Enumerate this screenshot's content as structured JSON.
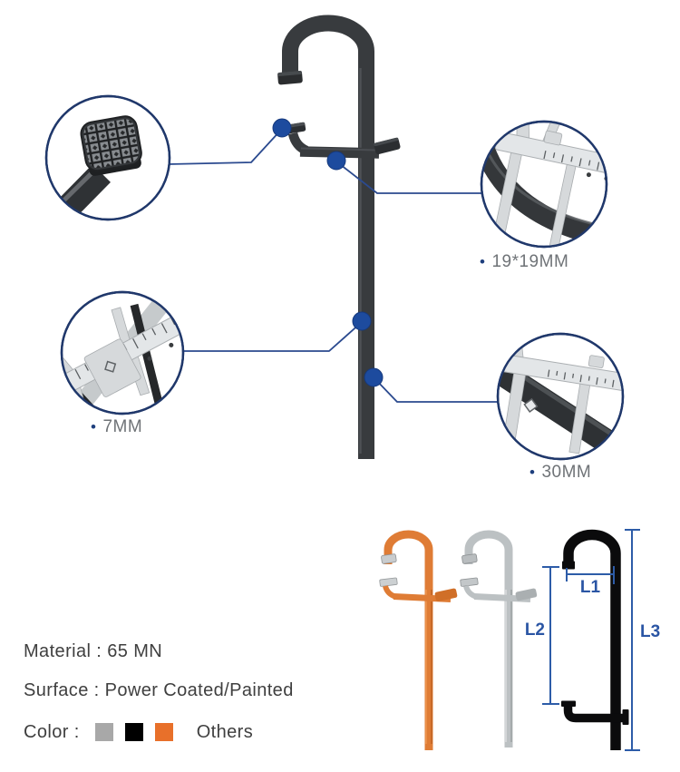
{
  "callouts": {
    "size_19": {
      "bullet": "•",
      "label": "19*19MM"
    },
    "size_7": {
      "bullet": "•",
      "label": "7MM"
    },
    "size_30": {
      "bullet": "•",
      "label": "30MM"
    }
  },
  "specs": {
    "material": "Material : 65 MN",
    "surface": "Surface : Power Coated/Painted",
    "color_label": "Color :",
    "others_label": "Others"
  },
  "dimensions": {
    "l1": "L1",
    "l2": "L2",
    "l3": "L3"
  },
  "colors": {
    "navy_border": "#20386b",
    "connector_blue": "#2b4a8f",
    "dot_blue": "#1d4b9e",
    "dim_blue": "#2d5ca8",
    "dim_label_blue": "#2a55a4",
    "label_gray": "#6f7377",
    "bullet_navy": "#1e3f7d",
    "text_dark": "#3f3f3f",
    "steel": "#383b3e",
    "variant_orange": "#df7c35",
    "variant_gray": "#bcc1c3",
    "variant_black": "#0b0b0c",
    "swatch_gray": "#a8a8a8",
    "swatch_black": "#000000",
    "swatch_orange": "#e8702a"
  }
}
